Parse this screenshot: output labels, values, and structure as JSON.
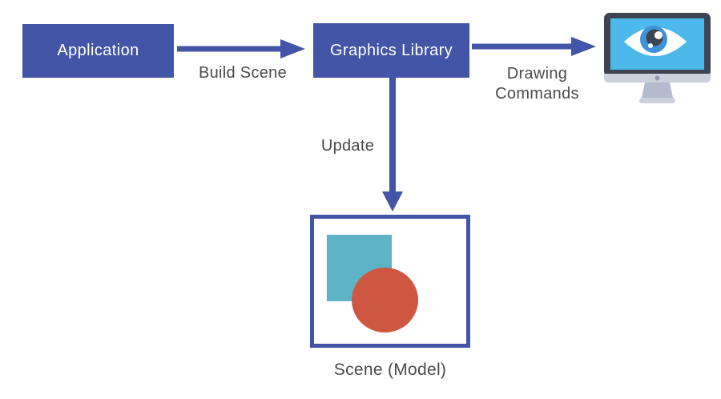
{
  "diagram": {
    "nodes": [
      {
        "id": "application",
        "label": "Application",
        "type": "filled-box"
      },
      {
        "id": "graphics-library",
        "label": "Graphics Library",
        "type": "filled-box"
      },
      {
        "id": "scene-model",
        "label": "Scene (Model)",
        "type": "outlined-box",
        "contents": [
          "teal-square",
          "red-circle"
        ]
      },
      {
        "id": "display",
        "type": "icon",
        "icon": "monitor-with-eye-icon"
      }
    ],
    "edges": [
      {
        "from": "application",
        "to": "graphics-library",
        "label": "Build Scene"
      },
      {
        "from": "graphics-library",
        "to": "display",
        "label": "Drawing Commands"
      },
      {
        "from": "graphics-library",
        "to": "scene-model",
        "label": "Update"
      }
    ],
    "colors": {
      "node_fill": "#4355a6",
      "node_text": "#ffffff",
      "arrow": "#4355a6",
      "label_text": "#4a4a4a",
      "scene_border": "#4355a6",
      "scene_square": "#5db3c5",
      "scene_circle": "#cf5742",
      "monitor_bezel": "#3f4550",
      "monitor_screen": "#4db9ea",
      "monitor_chin": "#cbd0dc",
      "monitor_stand": "#b5bbce",
      "eye_iris": "#3e92d8",
      "eye_pupil": "#3f4550"
    }
  }
}
